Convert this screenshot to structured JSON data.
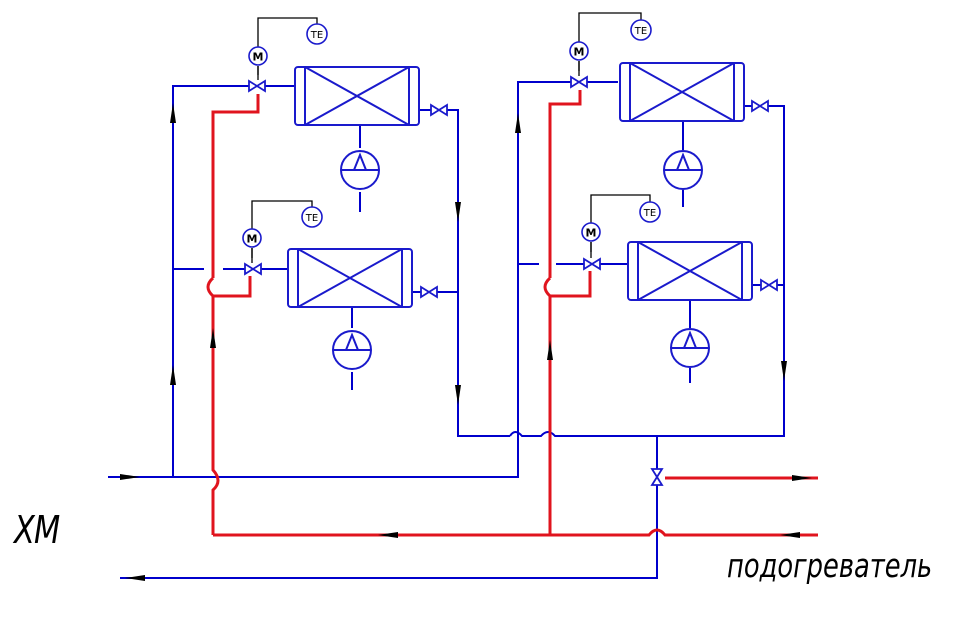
{
  "labels": {
    "left": "ХМ",
    "right": "подогреватель"
  },
  "instruments": {
    "motor": "M",
    "temp_element": "TE"
  },
  "colors": {
    "cold_line": "#0000cc",
    "hot_line": "#e0141e",
    "signal_line": "#000000",
    "flow_arrow": "#000000"
  },
  "units": [
    {
      "id": "unit-left-top",
      "motor": "M",
      "sensor": "TE"
    },
    {
      "id": "unit-left-bottom",
      "motor": "M",
      "sensor": "TE"
    },
    {
      "id": "unit-right-top",
      "motor": "M",
      "sensor": "TE"
    },
    {
      "id": "unit-right-bottom",
      "motor": "M",
      "sensor": "TE"
    }
  ]
}
